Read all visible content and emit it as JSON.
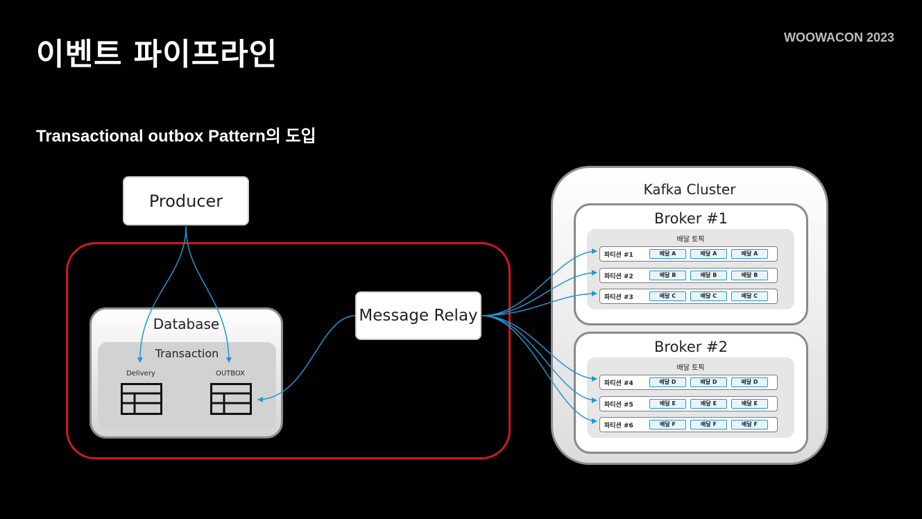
{
  "header": {
    "title": "이벤트 파이프라인",
    "brand": "WOOWACON 2023",
    "subtitle": "Transactional outbox Pattern의 도입"
  },
  "diagram": {
    "producer": "Producer",
    "database": {
      "label": "Database",
      "transaction": "Transaction",
      "tables": [
        "Delivery",
        "OUTBOX"
      ]
    },
    "message_relay": "Message Relay",
    "kafka": {
      "label": "Kafka Cluster",
      "brokers": [
        {
          "label": "Broker #1",
          "topic": "배달 토픽",
          "partitions": [
            {
              "label": "파티션 #1",
              "messages": [
                "배달 A",
                "배달 A",
                "배달 A"
              ]
            },
            {
              "label": "파티션 #2",
              "messages": [
                "배달 B",
                "배달 B",
                "배달 B"
              ]
            },
            {
              "label": "파티션 #3",
              "messages": [
                "배달 C",
                "배달 C",
                "배달 C"
              ]
            }
          ]
        },
        {
          "label": "Broker #2",
          "topic": "배달 토픽",
          "partitions": [
            {
              "label": "파티션 #4",
              "messages": [
                "배달 D",
                "배달 D",
                "배달 D"
              ]
            },
            {
              "label": "파티션 #5",
              "messages": [
                "배달 E",
                "배달 E",
                "배달 E"
              ]
            },
            {
              "label": "파티션 #6",
              "messages": [
                "배달 F",
                "배달 F",
                "배달 F"
              ]
            }
          ]
        }
      ]
    },
    "colors": {
      "frame": "#d01820",
      "arrow": "#2196d3"
    }
  }
}
